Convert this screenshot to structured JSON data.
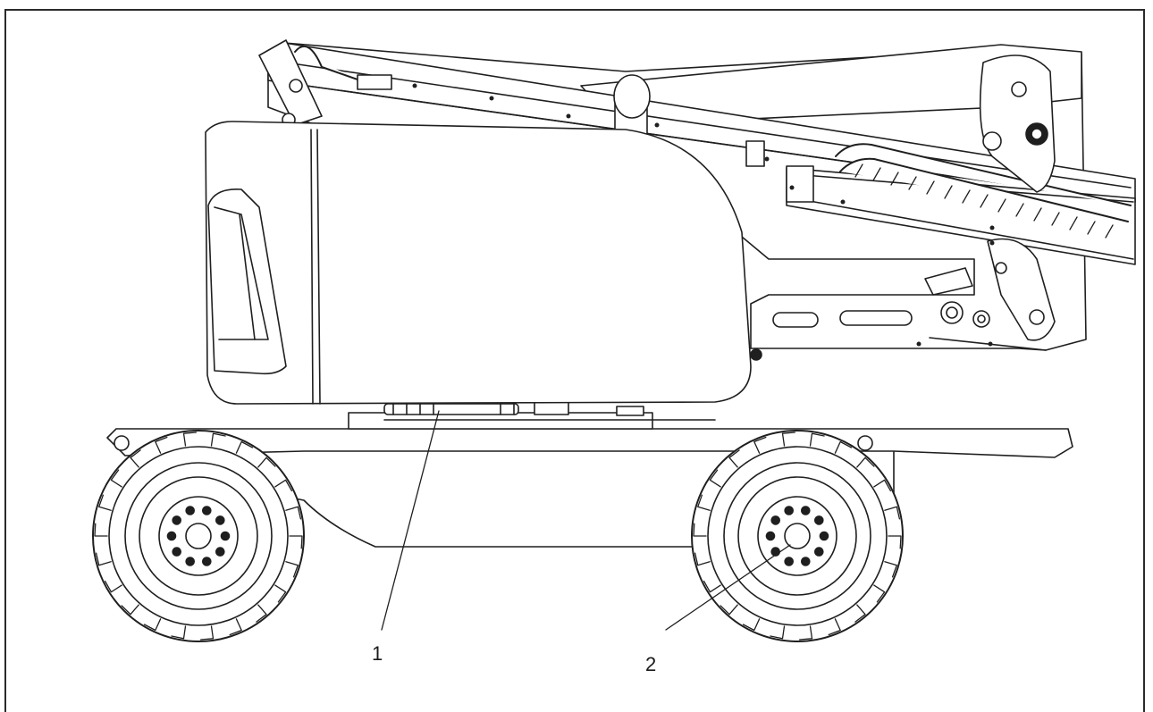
{
  "diagram": {
    "callouts": [
      {
        "label": "1",
        "target": "undercarriage-latch"
      },
      {
        "label": "2",
        "target": "wheel-hub"
      }
    ],
    "colors": {
      "line": "#1f1f1f",
      "fill": "#ffffff",
      "frame": "#2b2b2b"
    }
  }
}
